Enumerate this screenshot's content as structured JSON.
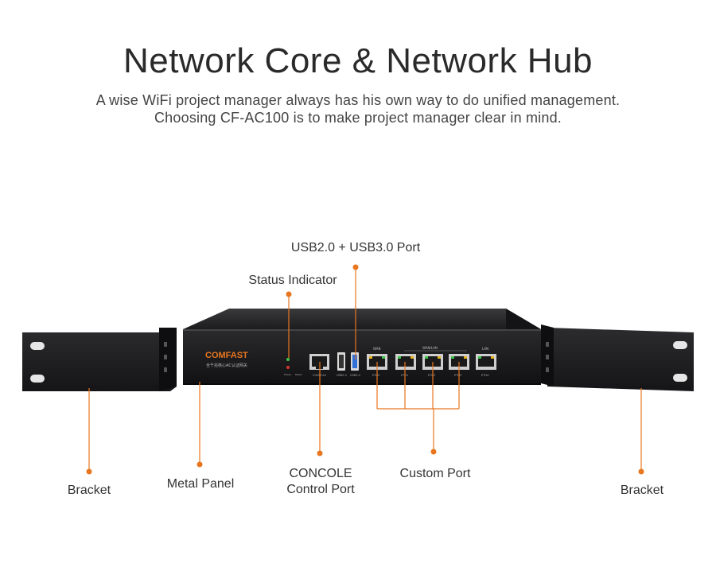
{
  "header": {
    "title": "Network Core & Network Hub",
    "subtitle_line1": "A wise WiFi project manager always has his own way to do unified management.",
    "subtitle_line2": "Choosing CF-AC100 is to make project manager clear in mind."
  },
  "callouts": {
    "usb_port": "USB2.0 + USB3.0 Port",
    "status_indicator": "Status Indicator",
    "bracket_left": "Bracket",
    "metal_panel": "Metal Panel",
    "console_line1": "CONCOLE",
    "console_line2": "Control Port",
    "custom_port": "Custom Port",
    "bracket_right": "Bracket"
  },
  "device": {
    "brand": "COMFAST",
    "brand_sub": "全千兆核心AC认证网关",
    "led_power": "Power",
    "led_reset": "Reset",
    "port_console": "CONSOLE",
    "port_usb2": "USB2.0",
    "port_usb3": "USB3.0",
    "group_wan": "WAN",
    "group_wanlan": "WAN/LAN",
    "group_lan": "LAN",
    "eth0": "ETH0",
    "eth1": "ETH1",
    "eth2": "ETH2",
    "eth3": "ETH3",
    "eth4": "ETH4"
  },
  "colors": {
    "accent": "#e8761e",
    "chassis": "#1d1d1f",
    "port_led_green": "#3ec24a",
    "usb3_blue": "#2f6fd6"
  }
}
